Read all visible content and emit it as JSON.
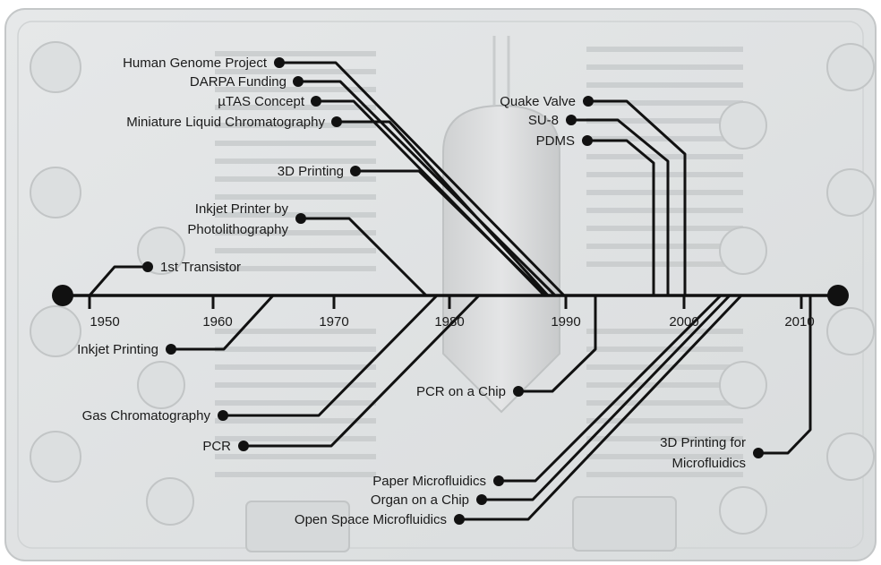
{
  "timeline": {
    "ticks": [
      "1950",
      "1960",
      "1970",
      "1980",
      "1990",
      "2000",
      "2010"
    ],
    "events": [
      {
        "id": "human-genome-project",
        "label": "Human Genome Project"
      },
      {
        "id": "darpa-funding",
        "label": "DARPA Funding"
      },
      {
        "id": "mtas-concept",
        "label": "µTAS Concept"
      },
      {
        "id": "miniature-lc",
        "label": "Miniature Liquid Chromatography"
      },
      {
        "id": "3d-printing",
        "label": "3D Printing"
      },
      {
        "id": "inkjet-photolitho",
        "label_lines": [
          "Inkjet Printer by",
          "Photolithography"
        ]
      },
      {
        "id": "1st-transistor",
        "label": "1st Transistor"
      },
      {
        "id": "quake-valve",
        "label": "Quake Valve"
      },
      {
        "id": "su8",
        "label": "SU-8"
      },
      {
        "id": "pdms",
        "label": "PDMS"
      },
      {
        "id": "inkjet-printing",
        "label": "Inkjet Printing"
      },
      {
        "id": "gas-chromatography",
        "label": "Gas Chromatography"
      },
      {
        "id": "pcr",
        "label": "PCR"
      },
      {
        "id": "pcr-on-chip",
        "label": "PCR on a Chip"
      },
      {
        "id": "3d-printing-microfluidics",
        "label_lines": [
          "3D Printing for",
          "Microfluidics"
        ]
      },
      {
        "id": "paper-microfluidics",
        "label": "Paper Microfluidics"
      },
      {
        "id": "organ-on-chip",
        "label": "Organ on a Chip"
      },
      {
        "id": "open-space-microfluidics",
        "label": "Open Space Microfluidics"
      }
    ]
  }
}
